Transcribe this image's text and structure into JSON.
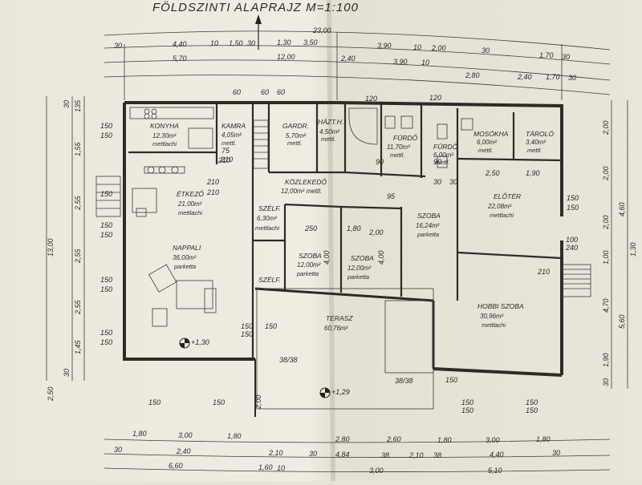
{
  "title": "FÖLDSZINTI ALAPRAJZ   M=1:100",
  "levels": [
    "+1,30",
    "+1,29"
  ],
  "rooms": [
    {
      "id": "konyha",
      "name": "KONYHA",
      "area": "12,30m²",
      "material": "mettlachi"
    },
    {
      "id": "kamra",
      "name": "KAMRA",
      "area": "4,05m²",
      "material": "mettl."
    },
    {
      "id": "gardr",
      "name": "GARDR.",
      "area": "5,70m²",
      "material": "mettl."
    },
    {
      "id": "hazt",
      "name": "HÁZT.H.",
      "area": "4,50m²",
      "material": "mettl."
    },
    {
      "id": "furdo1",
      "name": "FÜRDŐ",
      "area": "11,70m²",
      "material": "mettl."
    },
    {
      "id": "furdo2",
      "name": "FÜRDŐ",
      "area": "6,00m²",
      "material": "mettl."
    },
    {
      "id": "mosokha",
      "name": "MOSÓKHA",
      "area": "6,00m²",
      "material": "mettl."
    },
    {
      "id": "tarolo",
      "name": "TÁROLÓ",
      "area": "3,40m²",
      "material": "mettl."
    },
    {
      "id": "etkezo",
      "name": "ÉTKEZŐ",
      "area": "21,00m²",
      "material": "mettlachi"
    },
    {
      "id": "kozlekedo",
      "name": "KÖZLEKEDŐ",
      "area": "12,00m² mettl.",
      "material": ""
    },
    {
      "id": "szelf",
      "name": "SZÉLF.",
      "area": "6,30m²",
      "material": "mettlachi"
    },
    {
      "id": "szoba1",
      "name": "SZOBA",
      "area": "16,24m²",
      "material": "parketta"
    },
    {
      "id": "eloter",
      "name": "ELŐTÉR",
      "area": "22,08m²",
      "material": "mettlachi"
    },
    {
      "id": "nappali",
      "name": "NAPPALI",
      "area": "36,00m²",
      "material": "parketta"
    },
    {
      "id": "szoba2",
      "name": "SZOBA",
      "area": "12,00m²",
      "material": "parketta"
    },
    {
      "id": "szoba3",
      "name": "SZOBA",
      "area": "12,00m²",
      "material": "parketta"
    },
    {
      "id": "terasz",
      "name": "TERASZ",
      "area": "60,76m²",
      "material": ""
    },
    {
      "id": "szel2",
      "name": "SZÉLF.",
      "area": "",
      "material": ""
    },
    {
      "id": "hobbi",
      "name": "HOBBI SZOBA",
      "area": "30,96m²",
      "material": "mettlachi"
    }
  ],
  "dims_top": {
    "overall": "23,00",
    "row1": [
      "30",
      "4,40",
      "10",
      "1,50",
      "30",
      "1,30",
      "3,50",
      "3,90",
      "10",
      "2,00",
      "30",
      "1,70",
      "30"
    ],
    "row2": [
      "5,70",
      "12,00",
      "2,40",
      "3,90",
      "10",
      "2,80",
      "2,40",
      "1,70",
      "30"
    ]
  },
  "dims_bottom": {
    "row1": [
      "1,80",
      "3,00",
      "1,80",
      "2,80",
      "2,60",
      "1,80",
      "3,00",
      "1,80"
    ],
    "row2": [
      "30",
      "2,40",
      "2,10",
      "30",
      "4,84",
      "38",
      "2,10",
      "38",
      "4,40",
      "30"
    ],
    "row3": [
      "6,60",
      "1,60",
      "10",
      "3,00",
      "5,10"
    ]
  },
  "dims_left": {
    "inner": [
      "30",
      "135",
      "1,55",
      "2,55",
      "2,55",
      "2,55",
      "1,45",
      "30"
    ],
    "outer": [
      "13,00",
      "2,50"
    ]
  },
  "dims_right": {
    "inner": [
      "2,00",
      "2,00",
      "2,00",
      "4,60",
      "1,00",
      "4,70",
      "1,90",
      "30"
    ],
    "outer": [
      "1,30",
      "5,60"
    ]
  },
  "openings": [
    "150",
    "150",
    "150",
    "150",
    "150",
    "150",
    "150",
    "150",
    "150",
    "210",
    "210",
    "210",
    "150",
    "150",
    "150",
    "100",
    "240",
    "210",
    "150",
    "150",
    "150",
    "150",
    "150",
    "150",
    "150",
    "150",
    "150",
    "120",
    "90",
    "60",
    "120",
    "90",
    "95"
  ],
  "misc_labels": [
    "38/38",
    "38/38",
    "75",
    "210",
    "60",
    "60",
    "250",
    "1,80",
    "2,00",
    "2,50",
    "1,90",
    "4,00",
    "4,00",
    "2,00",
    "30",
    "30"
  ]
}
